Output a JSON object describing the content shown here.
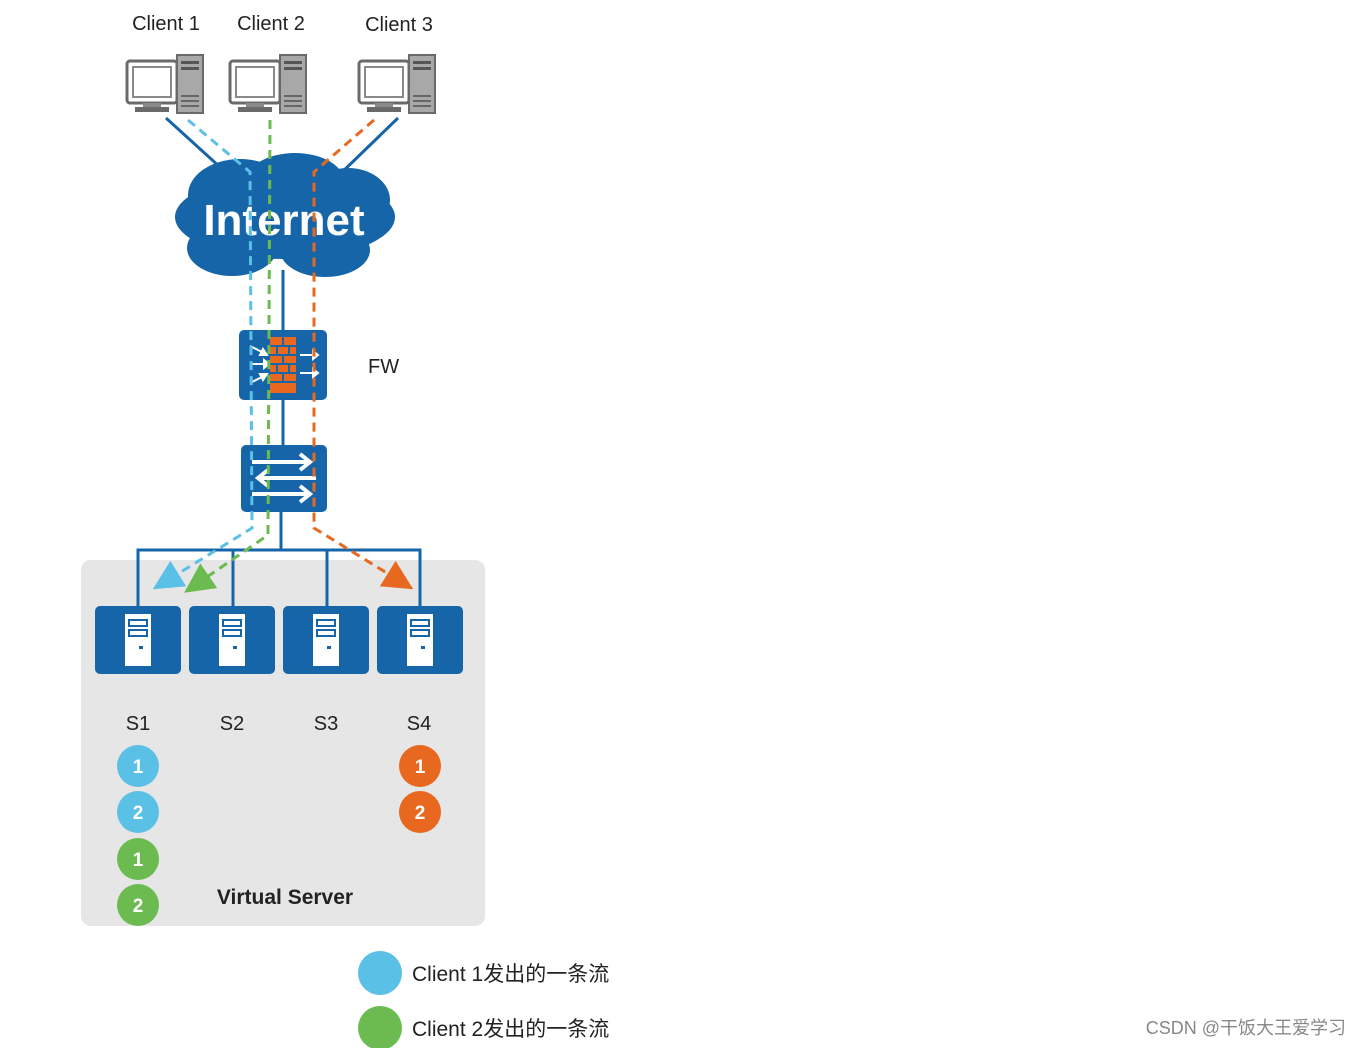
{
  "clients": [
    "Client 1",
    "Client 2",
    "Client 3"
  ],
  "internet_label": "Internet",
  "firewall_label": "FW",
  "servers": [
    "S1",
    "S2",
    "S3",
    "S4"
  ],
  "virtual_server_label": "Virtual Server",
  "flows": {
    "s1": [
      {
        "client": "client1",
        "num": "1"
      },
      {
        "client": "client1",
        "num": "2"
      },
      {
        "client": "client2",
        "num": "1"
      },
      {
        "client": "client2",
        "num": "2"
      }
    ],
    "s4": [
      {
        "client": "client3",
        "num": "1"
      },
      {
        "client": "client3",
        "num": "2"
      }
    ]
  },
  "legend": [
    {
      "client": "client1",
      "label": "Client 1发出的一条流"
    },
    {
      "client": "client2",
      "label": "Client 2发出的一条流"
    }
  ],
  "colors": {
    "client1": "#5bc0e6",
    "client2": "#6cbb50",
    "client3": "#e8681f",
    "device_blue": "#1565a8",
    "panel": "#e6e6e6"
  },
  "watermark": "CSDN @干饭大王爱学习"
}
